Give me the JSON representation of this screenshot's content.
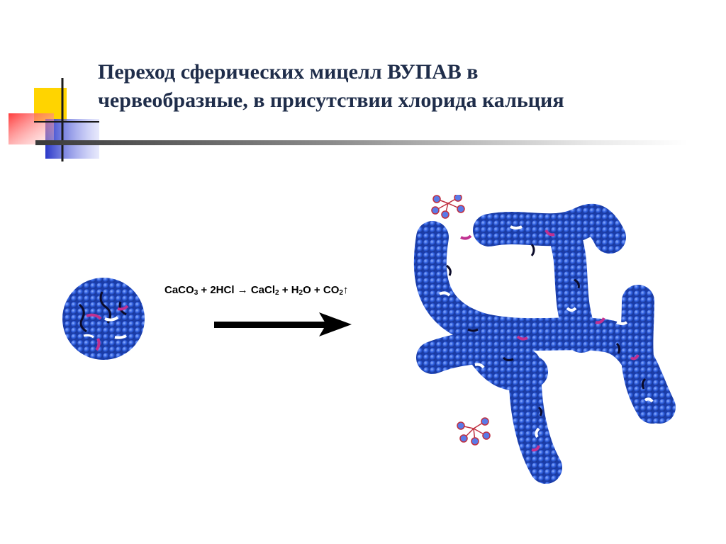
{
  "slide": {
    "title_lines": [
      "Переход сферических мицелл ВУПАВ в",
      "червеобразные, в присутствии хлорида кальция"
    ],
    "equation": {
      "lhs1": "CaCO",
      "lhs1_sub": "3",
      "plus1": " + 2HCl → CaCl",
      "rhs1_sub": "2",
      "plus2": " + H",
      "h2o_sub": "2",
      "h2o_tail": "O + CO",
      "co2_sub": "2",
      "up_arrow": "↑"
    }
  },
  "colors": {
    "title": "#1f2d4a",
    "micelle_blue": "#2f5fe0",
    "micelle_dark": "#1a3ca8",
    "accent_yellow": "#ffd400",
    "accent_red": "#ff4040",
    "accent_blue": "#3040c8"
  },
  "icons": {
    "spherical_micelle": "spherical-micelle-image",
    "wormlike_micelle": "wormlike-micelle-image",
    "reaction_arrow": "right-arrow-icon"
  }
}
